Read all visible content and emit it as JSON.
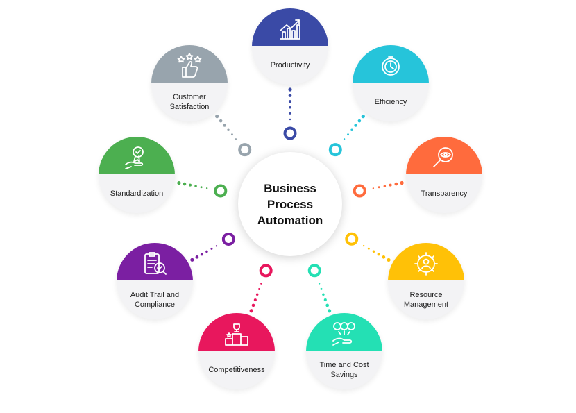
{
  "center": {
    "title": "Business\nProcess\nAutomation"
  },
  "nodes": [
    {
      "key": "productivity",
      "label": "Productivity",
      "color": "#3a4aa6",
      "icon": "growth-chart-icon"
    },
    {
      "key": "efficiency",
      "label": "Efficiency",
      "color": "#26c4da",
      "icon": "stopwatch-gear-icon"
    },
    {
      "key": "transparency",
      "label": "Transparency",
      "color": "#ff6b3d",
      "icon": "magnifier-eye-icon"
    },
    {
      "key": "resource-management",
      "label": "Resource\nManagement",
      "color": "#ffc107",
      "icon": "gear-person-icon"
    },
    {
      "key": "time-and-cost-savings",
      "label": "Time and Cost\nSavings",
      "color": "#24e0b4",
      "icon": "hand-coins-icon"
    },
    {
      "key": "competitiveness",
      "label": "Competitiveness",
      "color": "#e8175d",
      "icon": "podium-trophy-icon"
    },
    {
      "key": "audit-trail-and-compliance",
      "label": "Audit Trail and\nCompliance",
      "color": "#7b1fa2",
      "icon": "clipboard-check-icon"
    },
    {
      "key": "standardization",
      "label": "Standardization",
      "color": "#4caf50",
      "icon": "hand-award-icon"
    },
    {
      "key": "customer-satisfaction",
      "label": "Customer\nSatisfaction",
      "color": "#98a4ad",
      "icon": "thumbs-up-stars-icon"
    }
  ]
}
